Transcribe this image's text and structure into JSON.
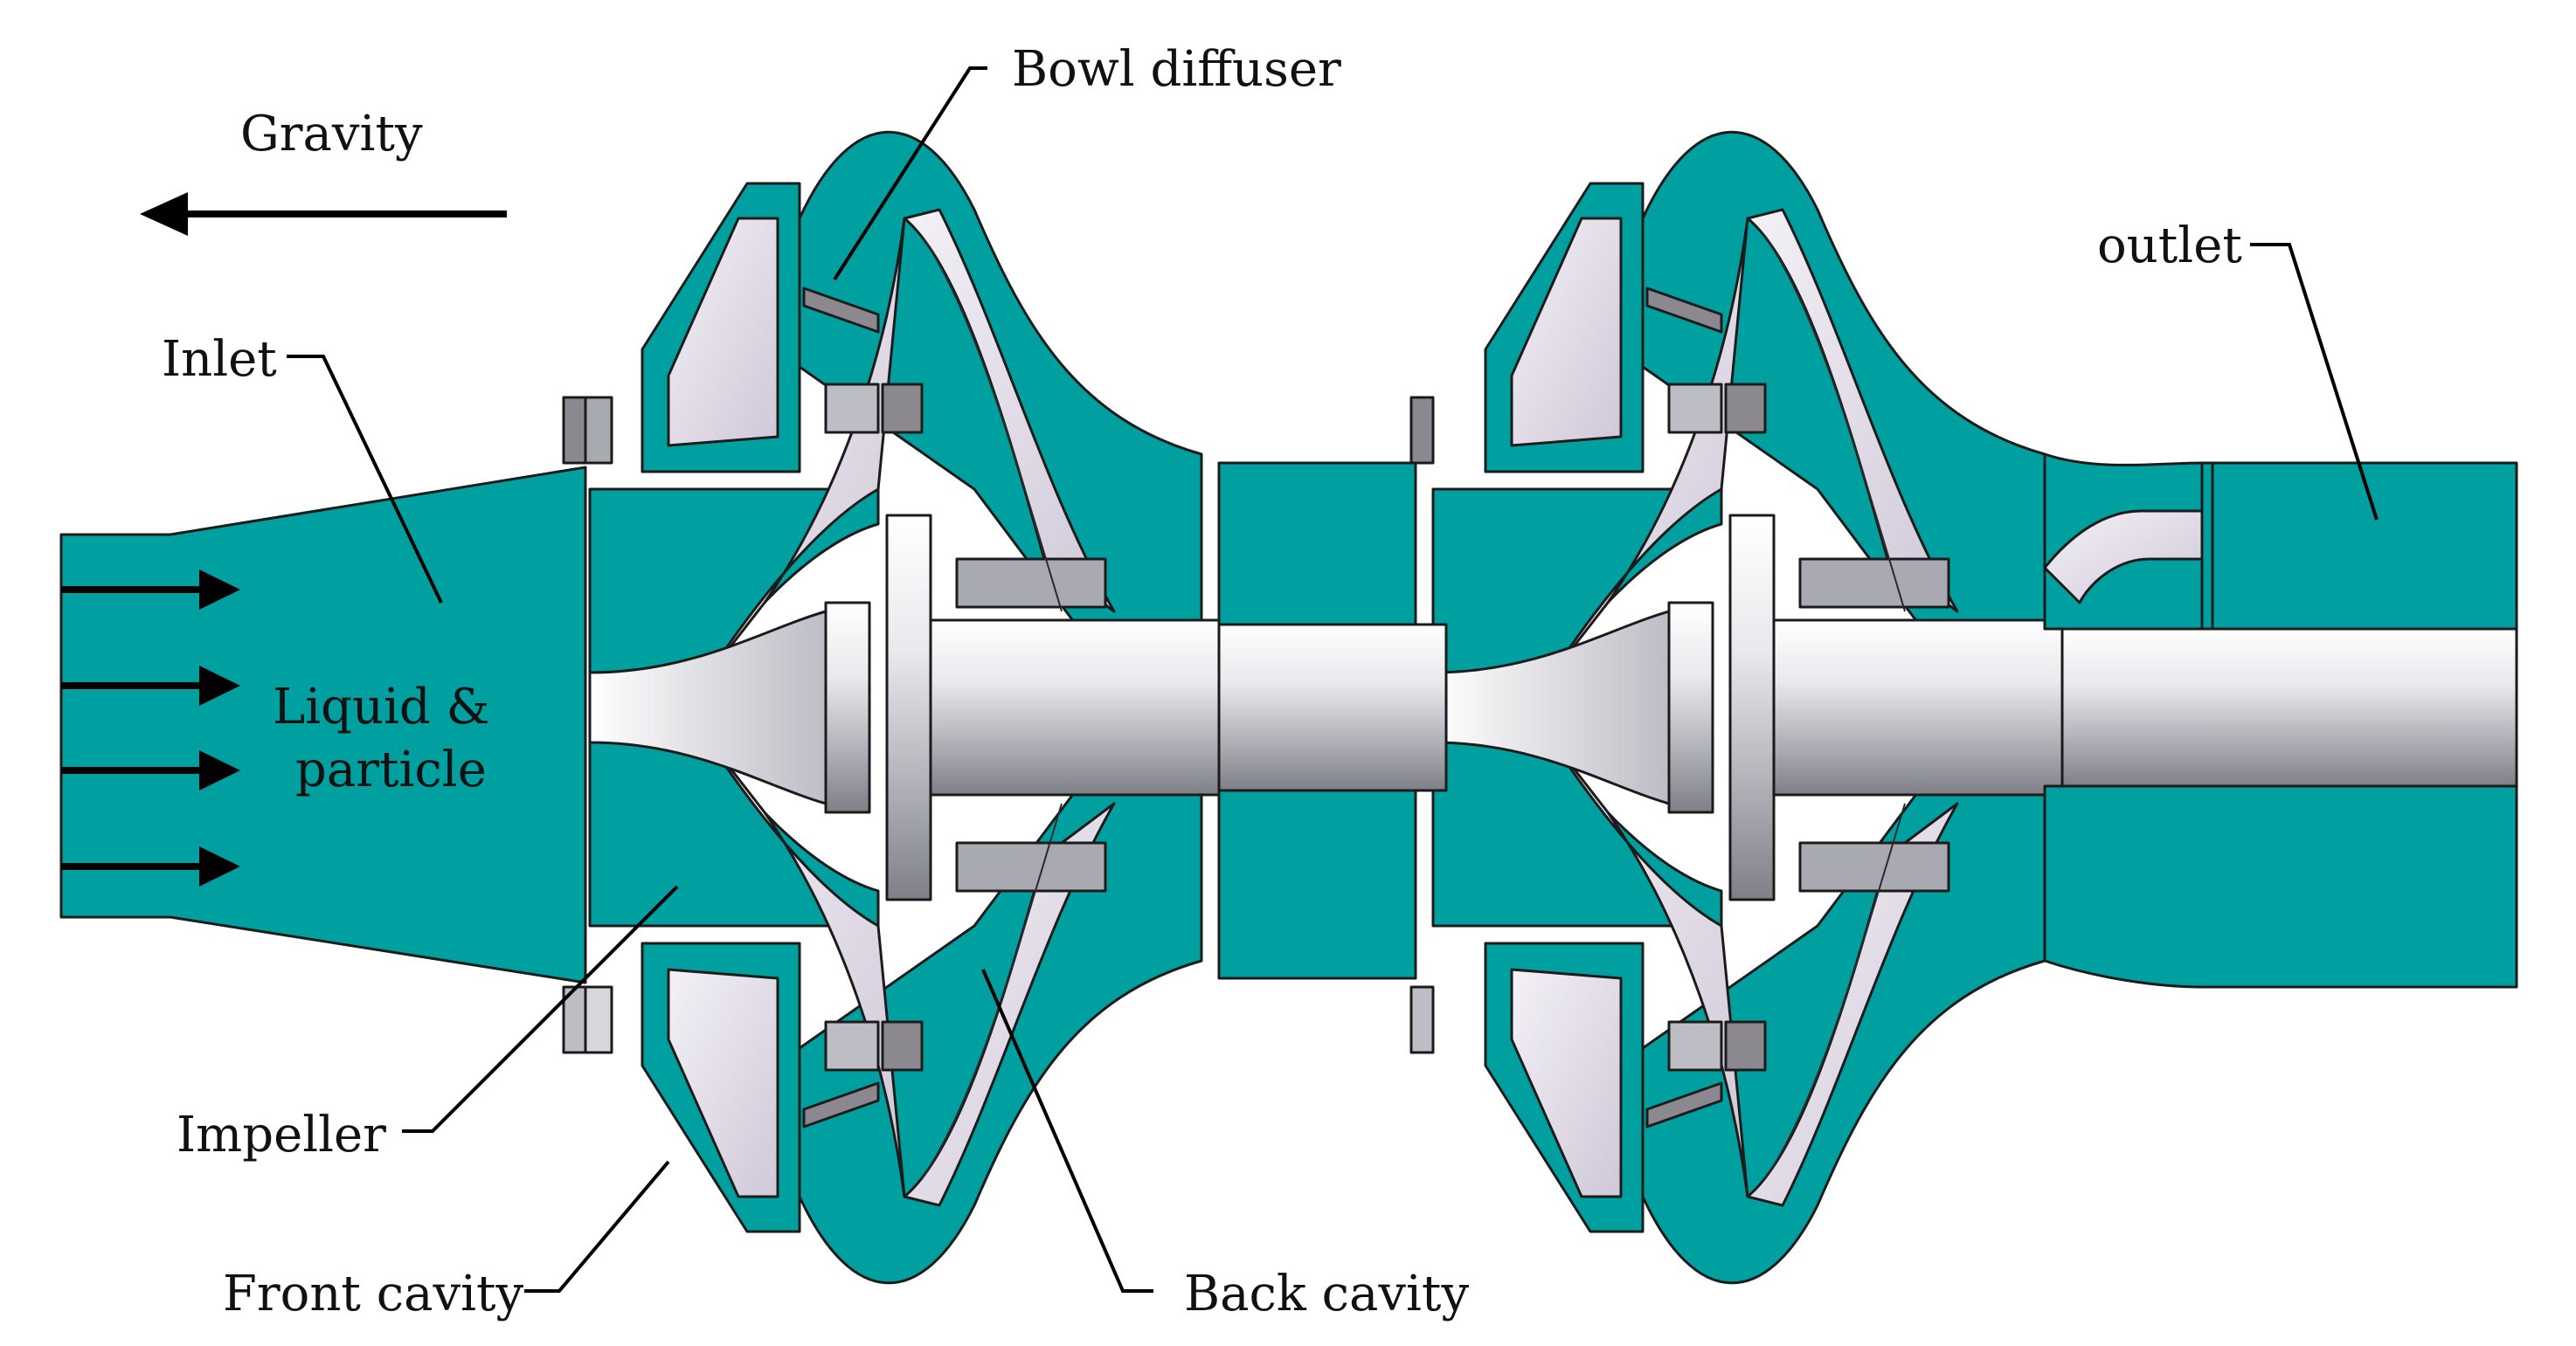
{
  "labels": {
    "gravity": "Gravity",
    "bowl_diffuser": "Bowl diffuser",
    "outlet": "outlet",
    "inlet": "Inlet",
    "liquid_line1": "Liquid &",
    "liquid_line2": "particle",
    "impeller": "Impeller",
    "front_cavity": "Front cavity",
    "back_cavity": "Back cavity"
  },
  "colors": {
    "casing": "#00a0a0",
    "shaft": "#cfcfd4",
    "blade": "#e8e4ee",
    "dark_part": "#8c8890",
    "outline": "#1b1b1b",
    "text": "#111111"
  },
  "stages": 2
}
